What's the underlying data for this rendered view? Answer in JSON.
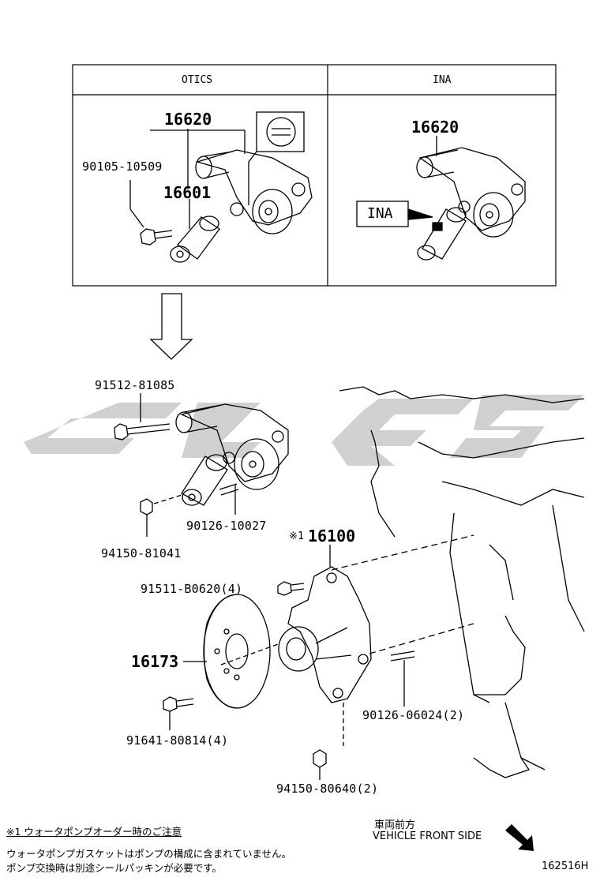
{
  "table": {
    "left_header": "OTICS",
    "right_header": "INA"
  },
  "otics_parts": {
    "assembly": "16620",
    "bolt": "90105-10509",
    "tensioner": "16601"
  },
  "ina_parts": {
    "assembly": "16620",
    "badge": "INA"
  },
  "main_parts": {
    "bolt_tensioner": "91512-81085",
    "stud_tensioner": "90126-10027",
    "nut_tensioner": "94150-81041",
    "water_pump_mark": "※1",
    "water_pump": "16100",
    "pump_bolt": "91511-B0620(4)",
    "pulley": "16173",
    "pulley_bolt": "91641-80814(4)",
    "stud_block": "90126-06024(2)",
    "nut_block": "94150-80640(2)"
  },
  "note": {
    "title": "※1 ウォータポンプオーダー時のご注意",
    "line1": "ウォータポンプガスケットはポンプの構成に含まれていません。",
    "line2": "ポンプ交換時は別途シールパッキンが必要です。"
  },
  "vehicle_front": {
    "jp": "車両前方",
    "en": "VEHICLE FRONT SIDE"
  },
  "illustration_id": "162516H",
  "colors": {
    "line": "#000000",
    "watermark": "#c8c8c8"
  }
}
